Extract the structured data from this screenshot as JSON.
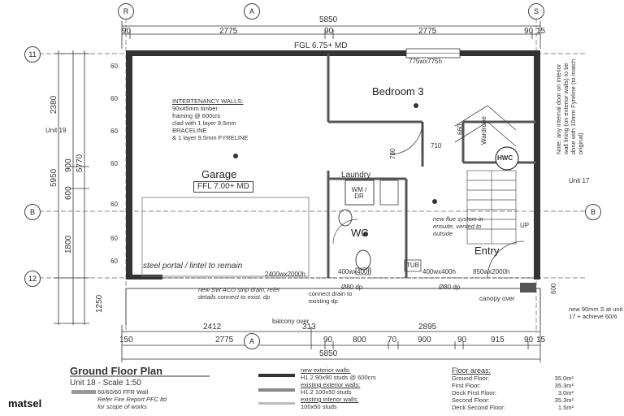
{
  "grid": {
    "r": "R",
    "a": "A",
    "s": "S",
    "row11": "11",
    "rowB": "B",
    "row12": "12"
  },
  "top_dims": {
    "overall": "5850",
    "d1": "90",
    "d2": "2775",
    "d3": "90",
    "d4": "2775",
    "d5": "90",
    "d6": "15"
  },
  "left_dims": {
    "v1": "2380",
    "v2": "5950",
    "v3": "900",
    "v4": "5770",
    "v5": "600",
    "v6": "1800",
    "v7": "1250"
  },
  "margin_labels": [
    "60",
    "60",
    "60",
    "60",
    "60",
    "60",
    "60"
  ],
  "fgl": "FGL 6.75+ MD",
  "window_top": "775wx775h",
  "bedroom": "Bedroom 3",
  "wardrobe": "Wardrobe",
  "intertenancy": {
    "heading": "INTERTENANCY WALLS:",
    "lines": [
      "90x45mm timber",
      "framing @ 600crs",
      "clad with 1 layer 9.5mm",
      "BRACELINE",
      "& 1 layer 9.5mm FYRELINE"
    ]
  },
  "garage": "Garage",
  "ffl": "FFL 7.00+ MD",
  "laundry": "Laundry",
  "wm": "WM / DR",
  "wc": "WC",
  "entry": "Entry",
  "hwc": "HWC",
  "unit19": "Unit 19",
  "unit17": "Unit 17",
  "up": "UP",
  "dim_710": "710",
  "dim_780": "780",
  "dim_660": "660",
  "side_note": "Note: any internal door on interior wall lining (on exterior walls) to be done with 10mm Fyreline (to match original)",
  "flue_note": "new flue system in ensuite, vented to outside",
  "steel_portal": "steel portal / lintel to remain",
  "door_garage": "2400wx2000h",
  "win_a": "400wx400h",
  "win_b": "400wx400h",
  "entry_door": "850wx2000h",
  "tub": "TUB",
  "dp1": "Ø80 dp",
  "dp2": "Ø80 dp",
  "drain_note": "connect drain to existing dp",
  "aco_note": "new SW ACO strip drain, refer details connect to exist. dp",
  "canopy": "canopy over",
  "balcony": "balcony over",
  "dim_600_right": "600",
  "right_note": "new 90mm S at unit 17 + achieve 60/6",
  "bottom_dims": {
    "a": "2412",
    "b": "313",
    "c": "2895",
    "r1": "150",
    "r2": "2775",
    "r3": "90",
    "r4": "800",
    "r5": "70",
    "r6": "900",
    "r7": "90",
    "r8": "915",
    "r9": "90",
    "r10": "15",
    "overall": "5850"
  },
  "plan_title": "Ground Floor Plan",
  "plan_sub": "Unit 18 - Scale 1:50",
  "ffr_lines": [
    "60/60/60 FFR Wall",
    "Refer Fire Report PFC ltd",
    "for scope of works"
  ],
  "legend": [
    {
      "label": "new exterior walls:",
      "detail": "H1.2 90x90 studs @ 600crs",
      "color": "#333333"
    },
    {
      "label": "existing exterior walls:",
      "detail": "H1.2 100x50 studs",
      "color": "#888888"
    },
    {
      "label": "existing interior walls:",
      "detail": "100x50 studs",
      "color": "#bbbbbb"
    }
  ],
  "areas": {
    "title": "Floor areas:",
    "rows": [
      {
        "label": "Ground Floor:",
        "value": "35.0m²"
      },
      {
        "label": "First Floor:",
        "value": "35.3m²"
      },
      {
        "label": "Deck First Floor:",
        "value": "3.0m²"
      },
      {
        "label": "Second Floor:",
        "value": "35.3m²"
      },
      {
        "label": "Deck Second Floor:",
        "value": "1.5m²"
      }
    ]
  },
  "watermark": "matsel"
}
